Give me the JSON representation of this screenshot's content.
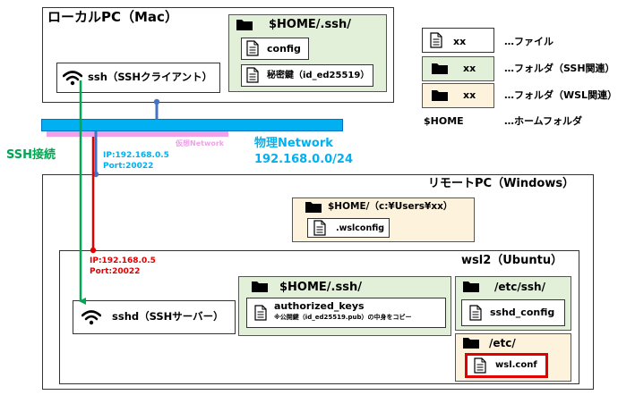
{
  "local_pc": {
    "title": "ローカルPC（Mac）",
    "ssh_client": "ssh（SSHクライアント）",
    "ssh_folder": {
      "name": "$HOME/.ssh/",
      "config_file": "config",
      "secret_key_file": "秘密鍵（id_ed25519）"
    }
  },
  "legend": {
    "file_sample": "xx",
    "file_label": "…ファイル",
    "ssh_folder_sample": "xx",
    "ssh_folder_label": "…フォルダ（SSH関連）",
    "wsl_folder_sample": "xx",
    "wsl_folder_label": "…フォルダ（WSL関連）",
    "home_label": "$HOME",
    "home_desc": "…ホームフォルダ"
  },
  "network": {
    "ssh_connection": "SSH接続",
    "virtual_label": "仮想Network",
    "physical_label": "物理Network",
    "physical_subnet": "192.168.0.0/24",
    "host_ip": "IP:192.168.0.5",
    "host_port": "Port:20022",
    "wsl_ip": "IP:192.168.0.5",
    "wsl_port": "Port:20022"
  },
  "remote_pc": {
    "title": "リモートPC（Windows）",
    "home_folder": {
      "name": "$HOME/（c:¥Users¥xx）",
      "wslconfig_file": ".wslconfig"
    }
  },
  "wsl": {
    "title": "wsl2（Ubuntu）",
    "sshd": "sshd（SSHサーバー）",
    "ssh_folder": {
      "name": "$HOME/.ssh/",
      "authorized_keys_file": "authorized_keys",
      "authorized_keys_note": "※公開鍵（id_ed25519.pub）の中身をコピー"
    },
    "etc_ssh_folder": {
      "name": "/etc/ssh/",
      "sshd_config_file": "sshd_config"
    },
    "etc_folder": {
      "name": "/etc/",
      "wsl_conf_file": "wsl.conf"
    }
  },
  "colors": {
    "ssh_line": "#00a651",
    "port_line": "#e00000",
    "network_bar": "#00b0f0",
    "virtual_network": "#f2a0e8",
    "node_dot": "#4472c4",
    "highlight_border": "#e00000"
  }
}
